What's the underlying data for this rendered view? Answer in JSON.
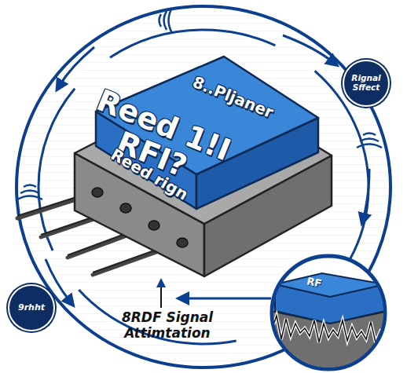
{
  "diagram": {
    "nodes": [
      {
        "text": [
          "8..Pljaner",
          "Reed 1!I RFI?",
          "Reed rign"
        ]
      },
      {
        "text": [
          "Rignal Sffect"
        ]
      },
      {
        "text": [
          "9rhht"
        ]
      },
      {
        "text": [
          "RF"
        ]
      }
    ],
    "labels": [
      "8RDF Signal Attimtation"
    ]
  }
}
